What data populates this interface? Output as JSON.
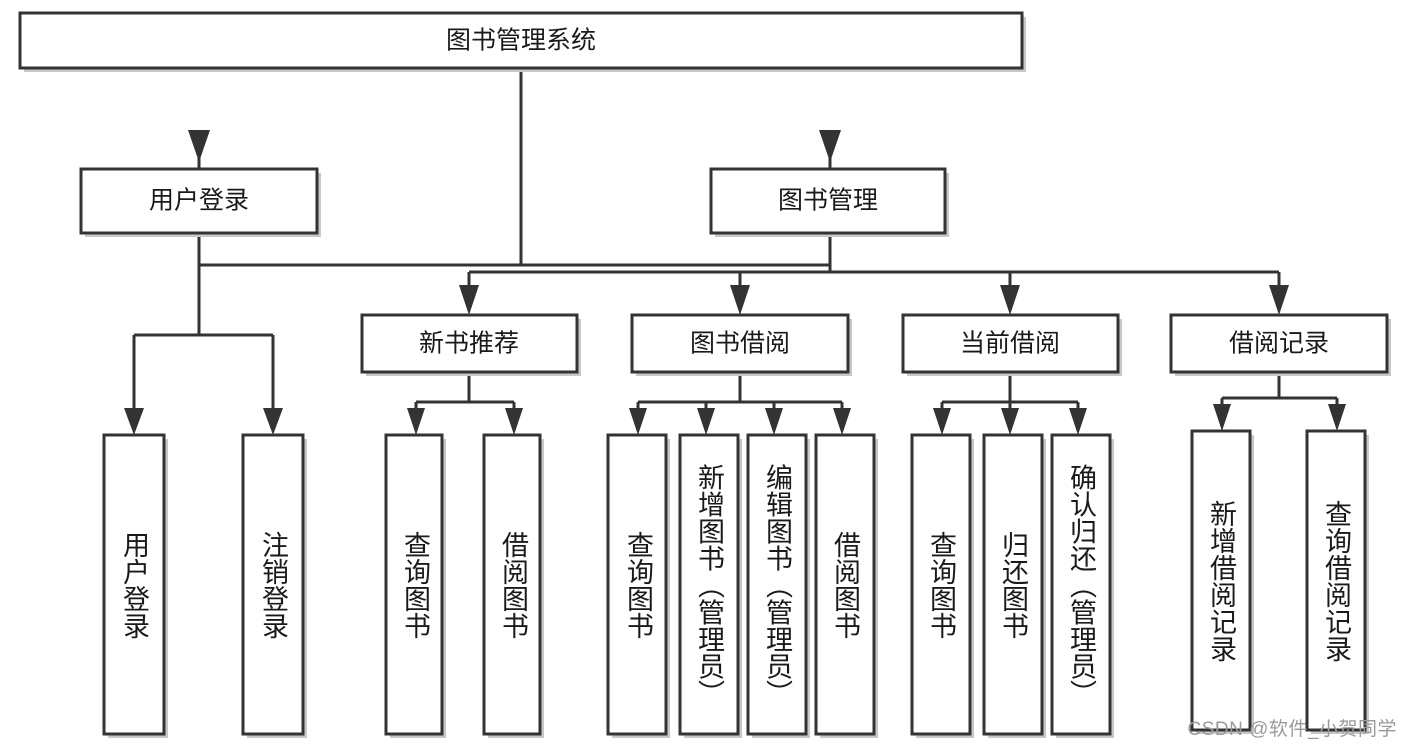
{
  "diagram": {
    "type": "tree",
    "title": "图书管理系统",
    "watermark": "CSDN @软件_小贺同学",
    "colors": {
      "box_stroke": "#333333",
      "box_fill": "#ffffff",
      "box_shadow": "#c8c8c8",
      "link": "#333333",
      "text": "#1a1a1a",
      "watermark": "#9a9a9a",
      "background": "#ffffff"
    },
    "levels": [
      {
        "level": 0,
        "nodes": [
          {
            "id": "root",
            "label": "图书管理系统",
            "orientation": "horizontal"
          }
        ]
      },
      {
        "level": 1,
        "nodes": [
          {
            "id": "login",
            "label": "用户登录",
            "orientation": "horizontal",
            "parent": "root"
          },
          {
            "id": "bookmgmt",
            "label": "图书管理",
            "orientation": "horizontal",
            "parent": "root"
          }
        ]
      },
      {
        "level": 2,
        "nodes": [
          {
            "id": "newbook",
            "label": "新书推荐",
            "orientation": "horizontal",
            "parent": "bookmgmt"
          },
          {
            "id": "borrow",
            "label": "图书借阅",
            "orientation": "horizontal",
            "parent": "bookmgmt"
          },
          {
            "id": "current",
            "label": "当前借阅",
            "orientation": "horizontal",
            "parent": "bookmgmt"
          },
          {
            "id": "records",
            "label": "借阅记录",
            "orientation": "horizontal",
            "parent": "bookmgmt"
          }
        ]
      },
      {
        "level": 3,
        "nodes": [
          {
            "id": "leaf1",
            "label": "用户登录",
            "orientation": "vertical",
            "parent": "login"
          },
          {
            "id": "leaf2",
            "label": "注销登录",
            "orientation": "vertical",
            "parent": "login"
          },
          {
            "id": "leaf3",
            "label": "查询图书",
            "orientation": "vertical",
            "parent": "newbook"
          },
          {
            "id": "leaf4",
            "label": "借阅图书",
            "orientation": "vertical",
            "parent": "newbook"
          },
          {
            "id": "leaf5",
            "label": "查询图书",
            "orientation": "vertical",
            "parent": "borrow"
          },
          {
            "id": "leaf6",
            "label": "新增图书（管理员）",
            "orientation": "vertical",
            "parent": "borrow"
          },
          {
            "id": "leaf7",
            "label": "编辑图书（管理员）",
            "orientation": "vertical",
            "parent": "borrow"
          },
          {
            "id": "leaf8",
            "label": "借阅图书",
            "orientation": "vertical",
            "parent": "borrow"
          },
          {
            "id": "leaf9",
            "label": "查询图书",
            "orientation": "vertical",
            "parent": "current"
          },
          {
            "id": "leaf10",
            "label": "归还图书",
            "orientation": "vertical",
            "parent": "current"
          },
          {
            "id": "leaf11",
            "label": "确认归还（管理员）",
            "orientation": "vertical",
            "parent": "current"
          },
          {
            "id": "leaf12",
            "label": "新增借阅记录",
            "orientation": "vertical",
            "parent": "records"
          },
          {
            "id": "leaf13",
            "label": "查询借阅记录",
            "orientation": "vertical",
            "parent": "records"
          }
        ]
      }
    ]
  }
}
